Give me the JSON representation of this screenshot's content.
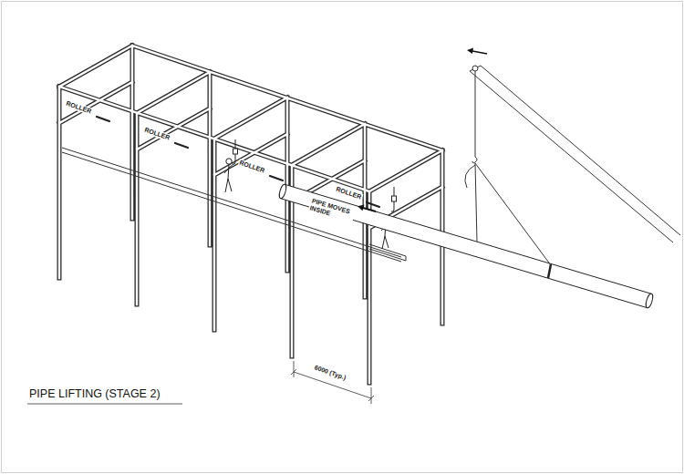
{
  "diagram": {
    "title": "PIPE LIFTING (STAGE 2)",
    "labels": [
      "ROLLER",
      "ROLLER",
      "ROLLER",
      "ROLLER",
      "PIPE MOVES INSIDE",
      "6000 (Typ.)"
    ]
  }
}
